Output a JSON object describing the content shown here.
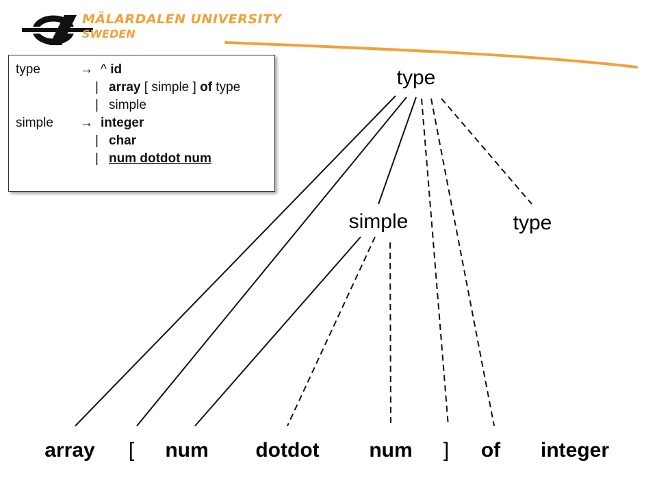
{
  "logo": {
    "line1": "MÄLARDALEN UNIVERSITY",
    "line2": "SWEDEN"
  },
  "colors": {
    "brand": "#f0a23a",
    "ink": "#111111"
  },
  "grammar": {
    "rows": [
      {
        "lhs": "type",
        "sep": "→",
        "rhs": [
          {
            "t": "^ ",
            "b": false
          },
          {
            "t": "id",
            "b": true
          }
        ]
      },
      {
        "lhs": "",
        "sep": "|",
        "rhs": [
          {
            "t": "array",
            "b": true
          },
          {
            "t": " [ simple ] ",
            "b": false
          },
          {
            "t": "of",
            "b": true
          },
          {
            "t": " type",
            "b": false
          }
        ]
      },
      {
        "lhs": "",
        "sep": "|",
        "rhs": [
          {
            "t": "simple",
            "b": false
          }
        ]
      },
      {
        "lhs": "simple",
        "sep": "→",
        "rhs": [
          {
            "t": "integer",
            "b": true
          }
        ]
      },
      {
        "lhs": "",
        "sep": "|",
        "rhs": [
          {
            "t": "char",
            "b": true
          }
        ]
      },
      {
        "lhs": "",
        "sep": "|",
        "rhs": [
          {
            "t": "num dotdot num",
            "b": true,
            "u": true
          }
        ]
      }
    ]
  },
  "tree": {
    "nodes": {
      "root": "type",
      "simple": "simple",
      "type2": "type"
    },
    "leaves": [
      "array",
      "[",
      "num",
      "dotdot",
      "num",
      "]",
      "of",
      "integer"
    ]
  }
}
